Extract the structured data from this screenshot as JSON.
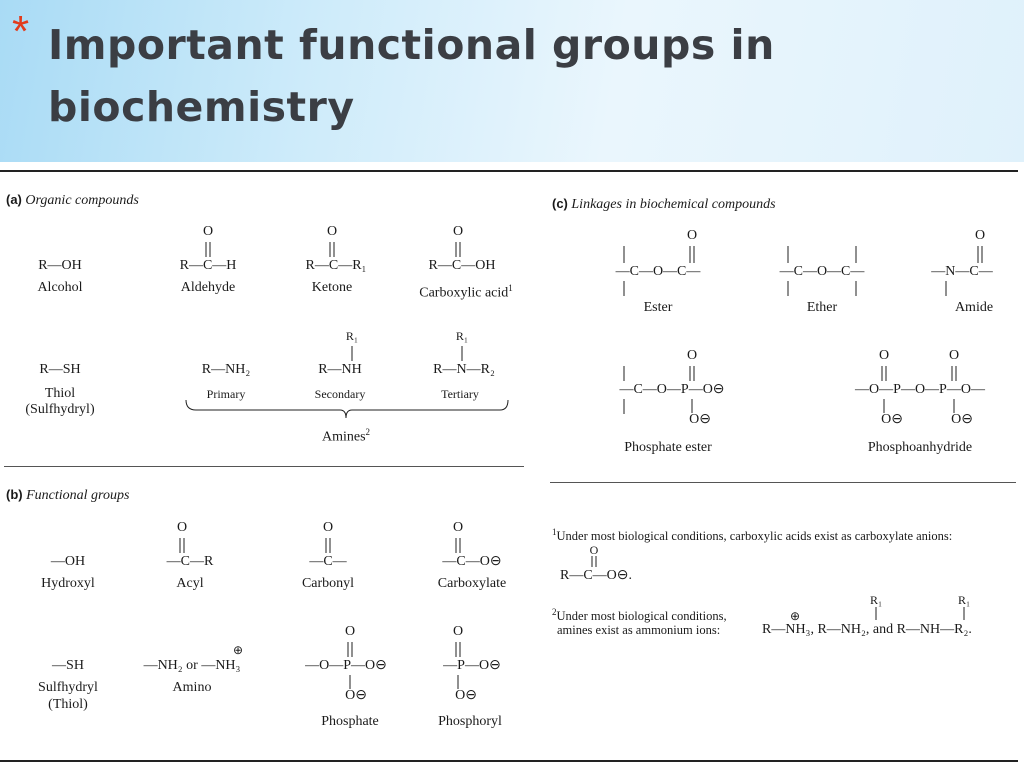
{
  "slide": {
    "bullet": "*",
    "title": "Important functional groups in biochemistry"
  },
  "sections": {
    "a": {
      "letter": "(a)",
      "title": "Organic compounds"
    },
    "b": {
      "letter": "(b)",
      "title": "Functional groups"
    },
    "c": {
      "letter": "(c)",
      "title": "Linkages in biochemical compounds"
    }
  },
  "organic": {
    "alcohol": {
      "formula": "R—OH",
      "name": "Alcohol"
    },
    "aldehyde": {
      "o": "O",
      "formula": "R—C—H",
      "name": "Aldehyde"
    },
    "ketone": {
      "o": "O",
      "formula": "R—C—R₁",
      "name": "Ketone"
    },
    "carboxylic": {
      "o": "O",
      "formula": "R—C—OH",
      "name": "Carboxylic acid",
      "mark": "1"
    },
    "thiol": {
      "formula": "R—SH",
      "name": "Thiol",
      "alt": "(Sulfhydryl)"
    },
    "primary": {
      "formula": "R—NH₂",
      "name": "Primary"
    },
    "secondary": {
      "r": "R₁",
      "formula": "R—NH",
      "name": "Secondary"
    },
    "tertiary": {
      "r": "R₁",
      "formula": "R—N—R₂",
      "name": "Tertiary"
    },
    "amines": {
      "name": "Amines",
      "mark": "2"
    }
  },
  "functional": {
    "hydroxyl": {
      "formula": "—OH",
      "name": "Hydroxyl"
    },
    "acyl": {
      "o": "O",
      "formula": "—C—R",
      "name": "Acyl"
    },
    "carbonyl": {
      "o": "O",
      "formula": "—C—",
      "name": "Carbonyl"
    },
    "carboxylate": {
      "o": "O",
      "formula": "—C—O⊖",
      "name": "Carboxylate"
    },
    "sulfhydryl": {
      "formula": "—SH",
      "name": "Sulfhydryl",
      "alt": "(Thiol)"
    },
    "amino": {
      "formula": "—NH₂  or  —NH₃",
      "plus": "⊕",
      "name": "Amino"
    },
    "phosphate": {
      "o": "O",
      "formula": "—O—P—O⊖",
      "bottom": "O⊖",
      "name": "Phosphate"
    },
    "phosphoryl": {
      "o": "O",
      "formula": "—P—O⊖",
      "bottom": "O⊖",
      "name": "Phosphoryl"
    }
  },
  "linkages": {
    "ester": {
      "o": "O",
      "formula": "—C—O—C—",
      "name": "Ester"
    },
    "ether": {
      "formula": "—C—O—C—",
      "name": "Ether"
    },
    "amide": {
      "o": "O",
      "formula": "—N—C—",
      "name": "Amide"
    },
    "phosphate_ester": {
      "o": "O",
      "formula": "—C—O—P—O⊖",
      "bottom": "O⊖",
      "name": "Phosphate ester"
    },
    "phosphoanhydride": {
      "o1": "O",
      "o2": "O",
      "formula": "—O—P—O—P—O—",
      "bottom1": "O⊖",
      "bottom2": "O⊖",
      "name": "Phosphoanhydride"
    }
  },
  "footnotes": {
    "n1": {
      "mark": "1",
      "text": "Under most biological conditions, carboxylic acids exist as carboxylate anions:",
      "o": "O",
      "formula": "R—C—O⊖."
    },
    "n2": {
      "mark": "2",
      "line1": "Under most biological conditions,",
      "line2": "amines exist as ammonium ions:",
      "ions": "R—NH₃,  R—NH₂, and  R—NH—R₂.",
      "r1a": "R₁",
      "r1b": "R₁",
      "plus": "⊕"
    }
  }
}
